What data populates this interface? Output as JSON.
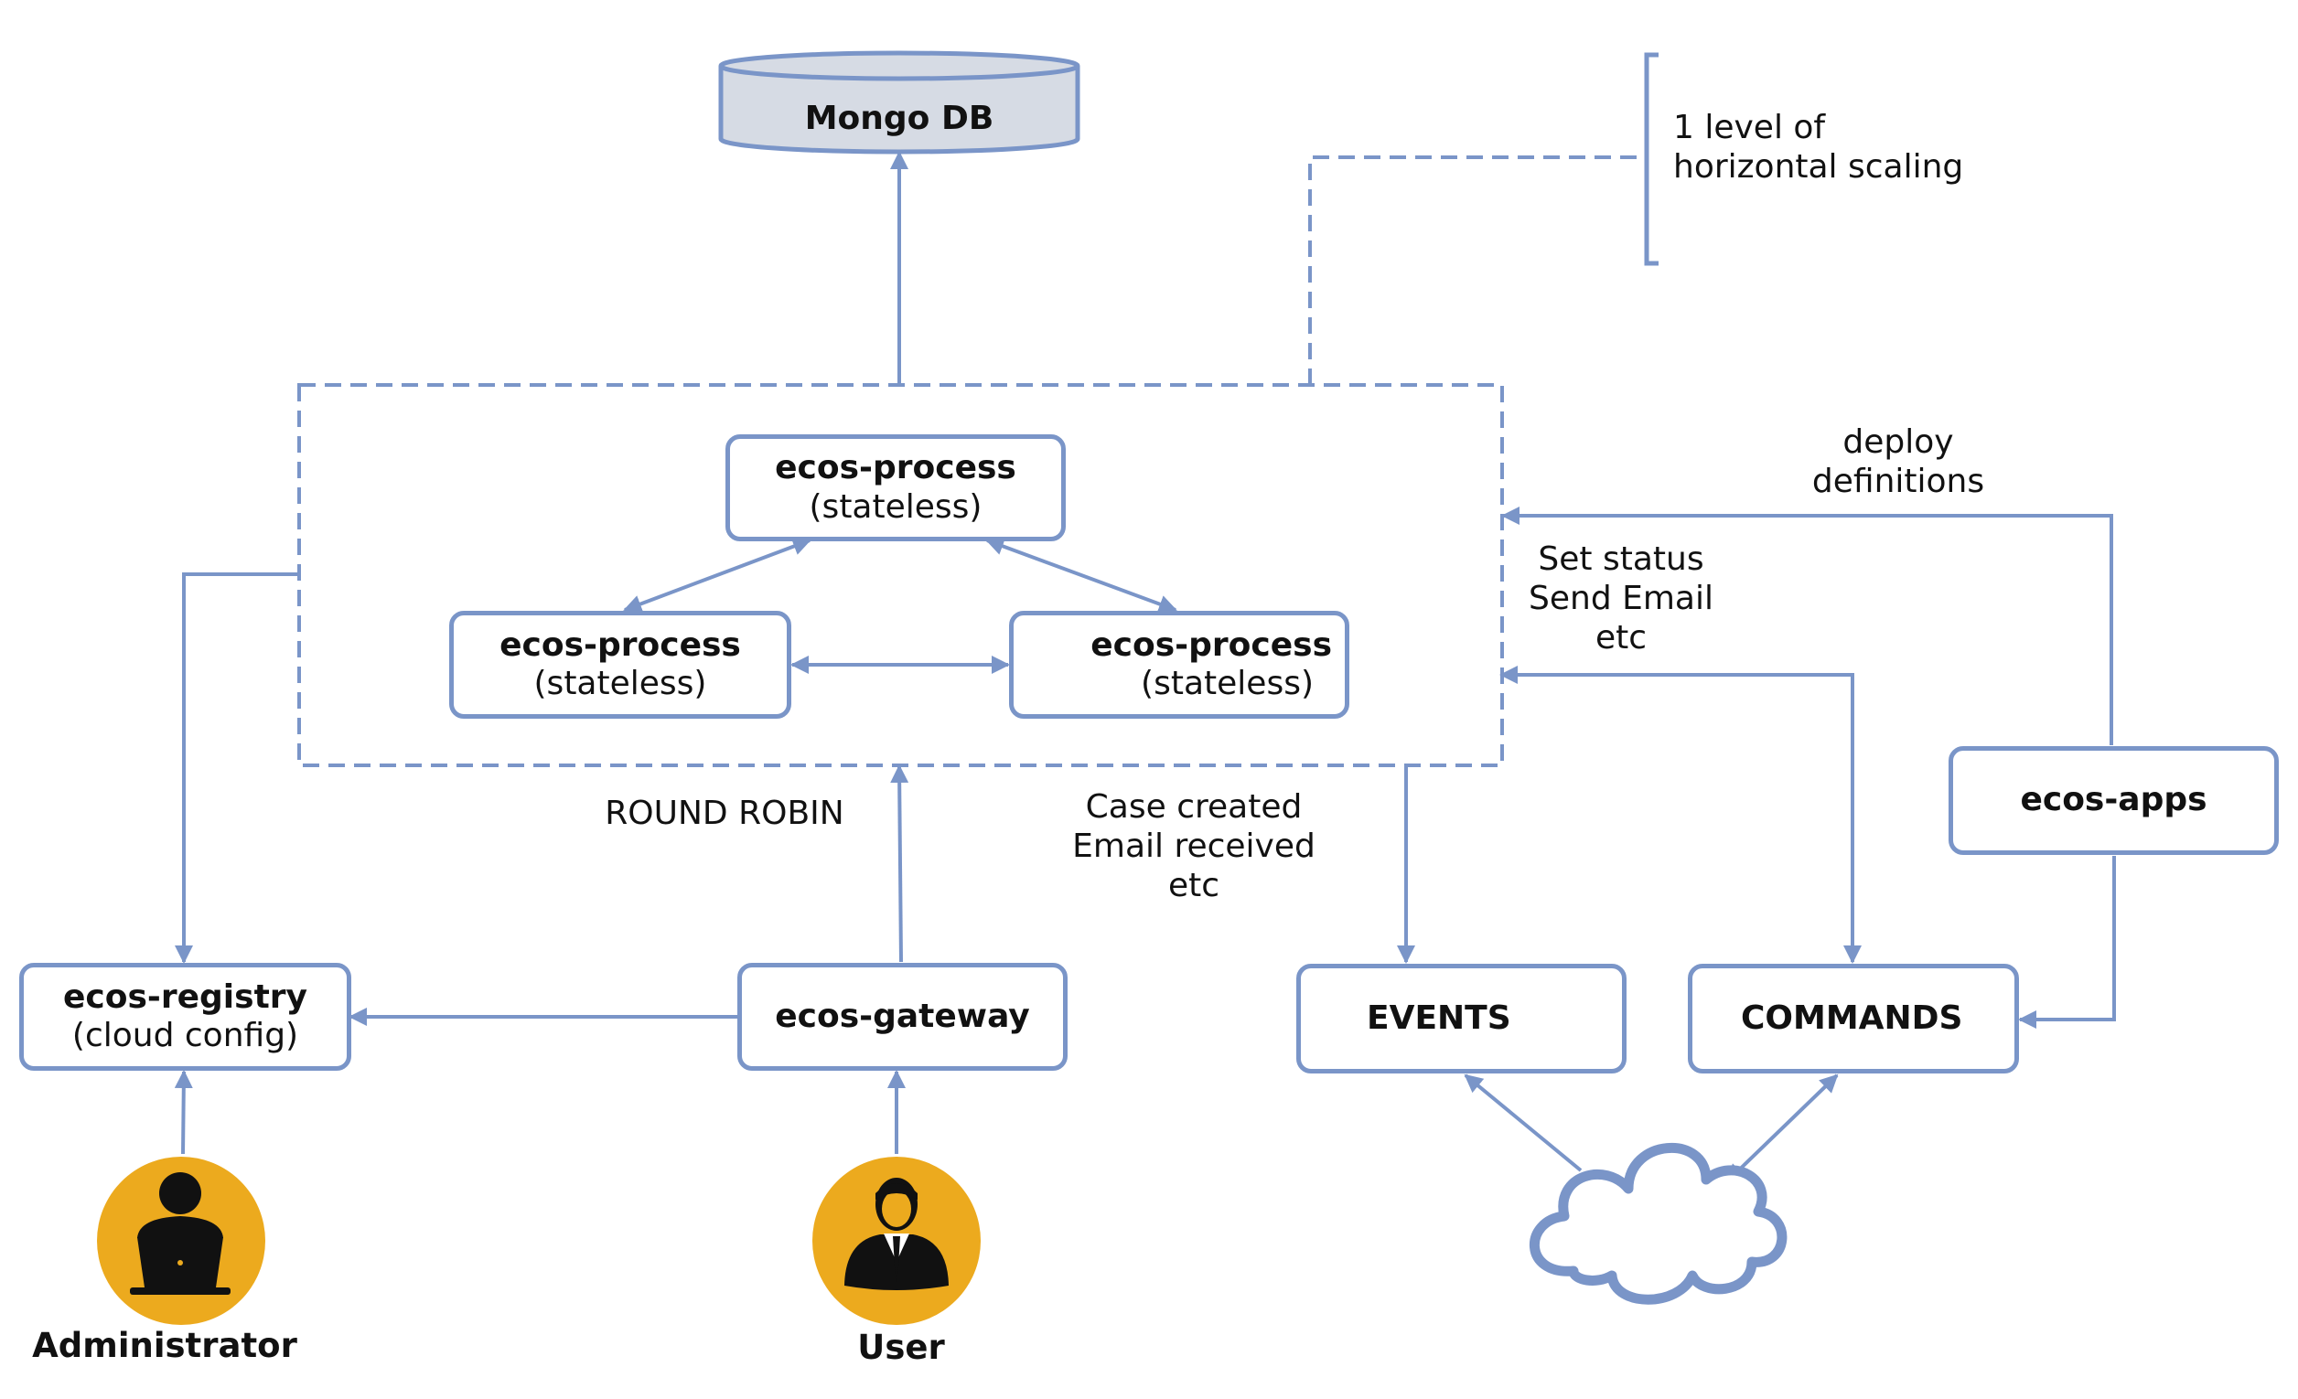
{
  "database": {
    "label": "Mongo DB"
  },
  "cluster": {
    "nodes": [
      {
        "name": "ecos-process",
        "note": "(stateless)"
      },
      {
        "name": "ecos-process",
        "note": "(stateless)"
      },
      {
        "name": "ecos-process",
        "note": "(stateless)"
      }
    ]
  },
  "scaling": {
    "line1": "1 level of",
    "line2": "horizontal scaling"
  },
  "services": {
    "registry": {
      "name": "ecos-registry",
      "note": "(cloud config)"
    },
    "gateway": {
      "name": "ecos-gateway"
    },
    "apps": {
      "name": "ecos-apps"
    },
    "events": {
      "name": "EVENTS"
    },
    "commands": {
      "name": "COMMANDS"
    }
  },
  "labels": {
    "round_robin": "ROUND ROBIN",
    "outgoing": [
      "Case created",
      "Email received",
      "etc"
    ],
    "incoming": [
      "Set status",
      "Send Email",
      "etc"
    ],
    "deploy": [
      "deploy",
      "definitions"
    ]
  },
  "actors": {
    "admin": {
      "label": "Administrator",
      "icon": "administrator-laptop-icon"
    },
    "user": {
      "label": "User",
      "icon": "user-businessman-icon"
    }
  },
  "external": {
    "icon": "cloud-icon"
  },
  "colors": {
    "line": "#7a95c8",
    "box_border": "#7a95c8",
    "actor_circle": "#ecaa1e",
    "db_fill": "#d6dbe4"
  }
}
